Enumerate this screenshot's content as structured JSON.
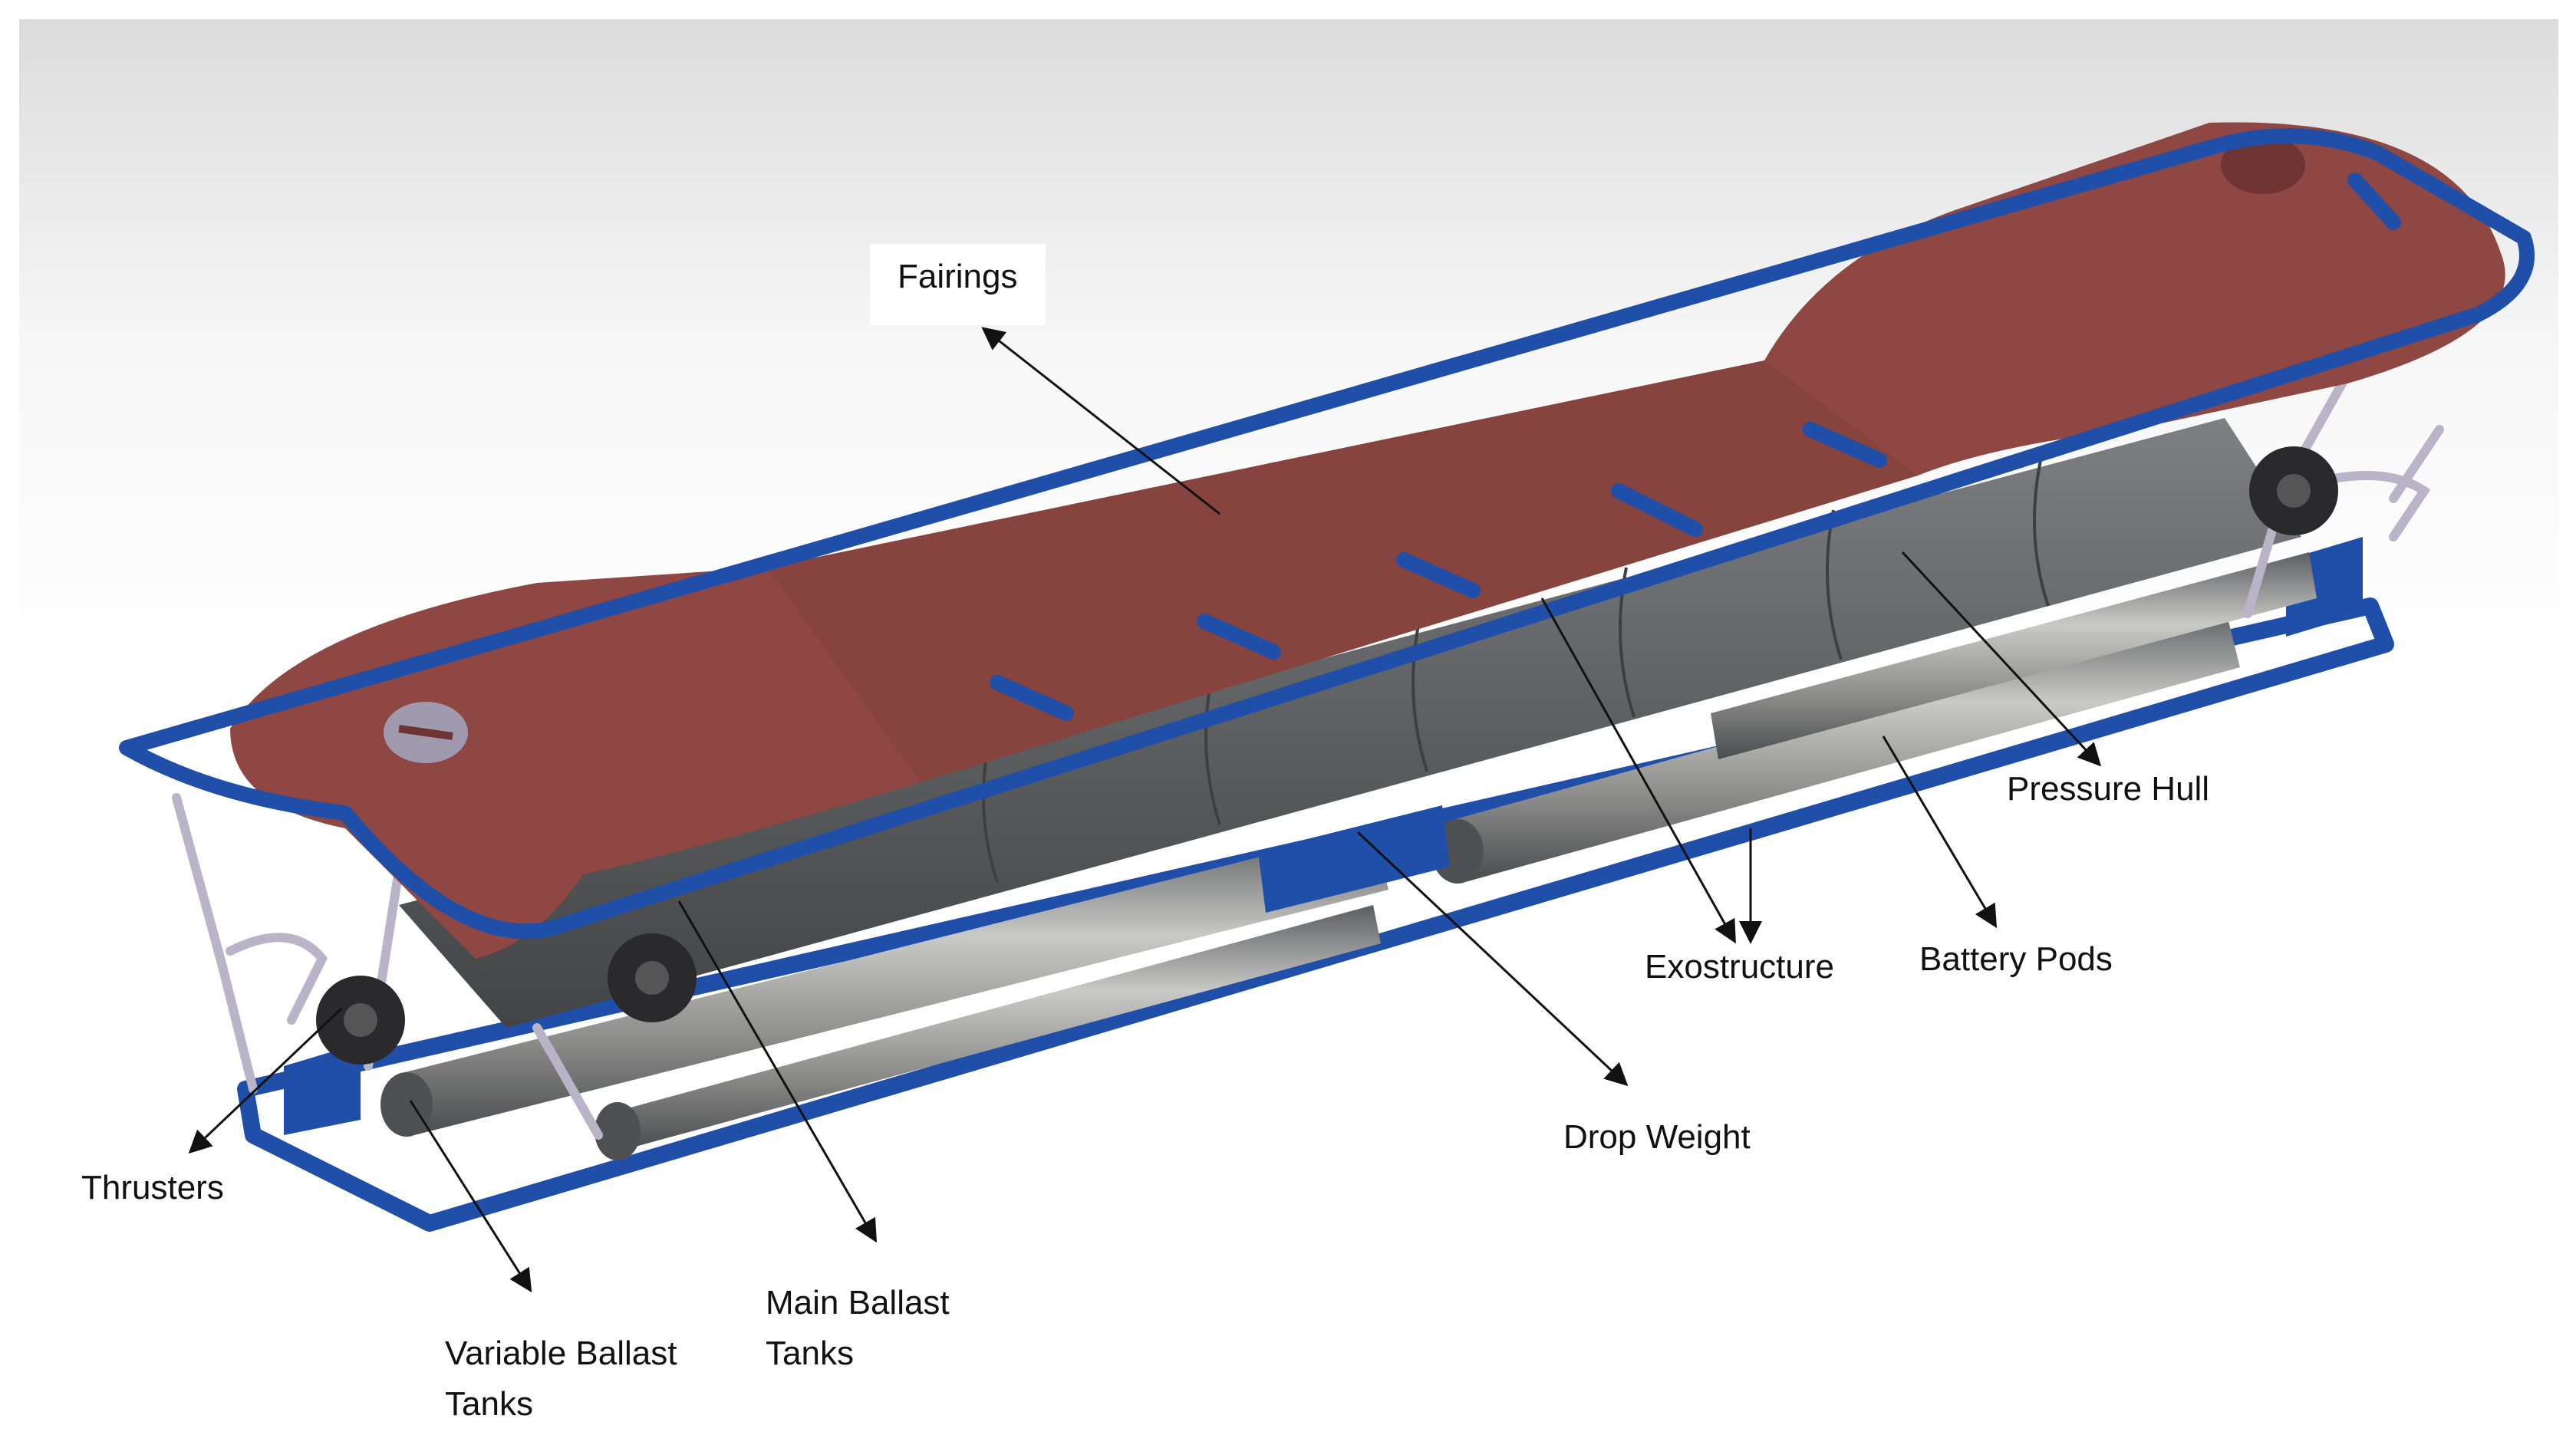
{
  "labels": {
    "fairings": "Fairings",
    "pressure_hull": "Pressure Hull",
    "battery_pods": "Battery Pods",
    "exostructure": "Exostructure",
    "drop_weight": "Drop Weight",
    "thrusters": "Thrusters",
    "variable_ballast_line1": "Variable Ballast",
    "variable_ballast_line2": "Tanks",
    "main_ballast_line1": "Main Ballast",
    "main_ballast_line2": "Tanks"
  },
  "colors": {
    "fairing": "#8e4743",
    "fairing_dark": "#6e3431",
    "frame": "#1f4fa8",
    "frame_dark": "#173d85",
    "hull": "#5a5c5e",
    "hull_light": "#7b7d80",
    "pod": "#9a9a98",
    "pod_dark": "#4f5052",
    "strut": "#b9b4c8",
    "thruster": "#2a2a2c",
    "arrow": "#111111"
  }
}
